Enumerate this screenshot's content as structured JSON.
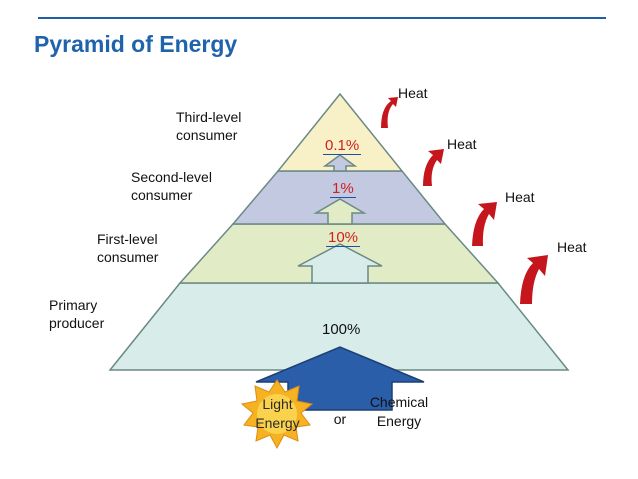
{
  "title": "Pyramid of Energy",
  "levels": {
    "third": "Third-level\nconsumer",
    "second": "Second-level\nconsumer",
    "first": "First-level\nconsumer",
    "primary": "Primary\nproducer"
  },
  "percentages": {
    "top": "0.1%",
    "second": "1%",
    "first": "10%",
    "base": "100%"
  },
  "heat_labels": [
    "Heat",
    "Heat",
    "Heat",
    "Heat"
  ],
  "inputs": {
    "light": "Light\nEnergy",
    "or": "or",
    "chemical": "Chemical\nEnergy"
  },
  "colors": {
    "title": "#1f63ad",
    "tier_top": "#f8f0c6",
    "tier_second": "#c3c9e0",
    "tier_first": "#e1ecc6",
    "tier_base": "#d8ede9",
    "heat_arrow": "#c4161c",
    "percent_red": "#d11f1f",
    "input_arrow": "#2a5ea8",
    "sun": "#f5b324"
  }
}
